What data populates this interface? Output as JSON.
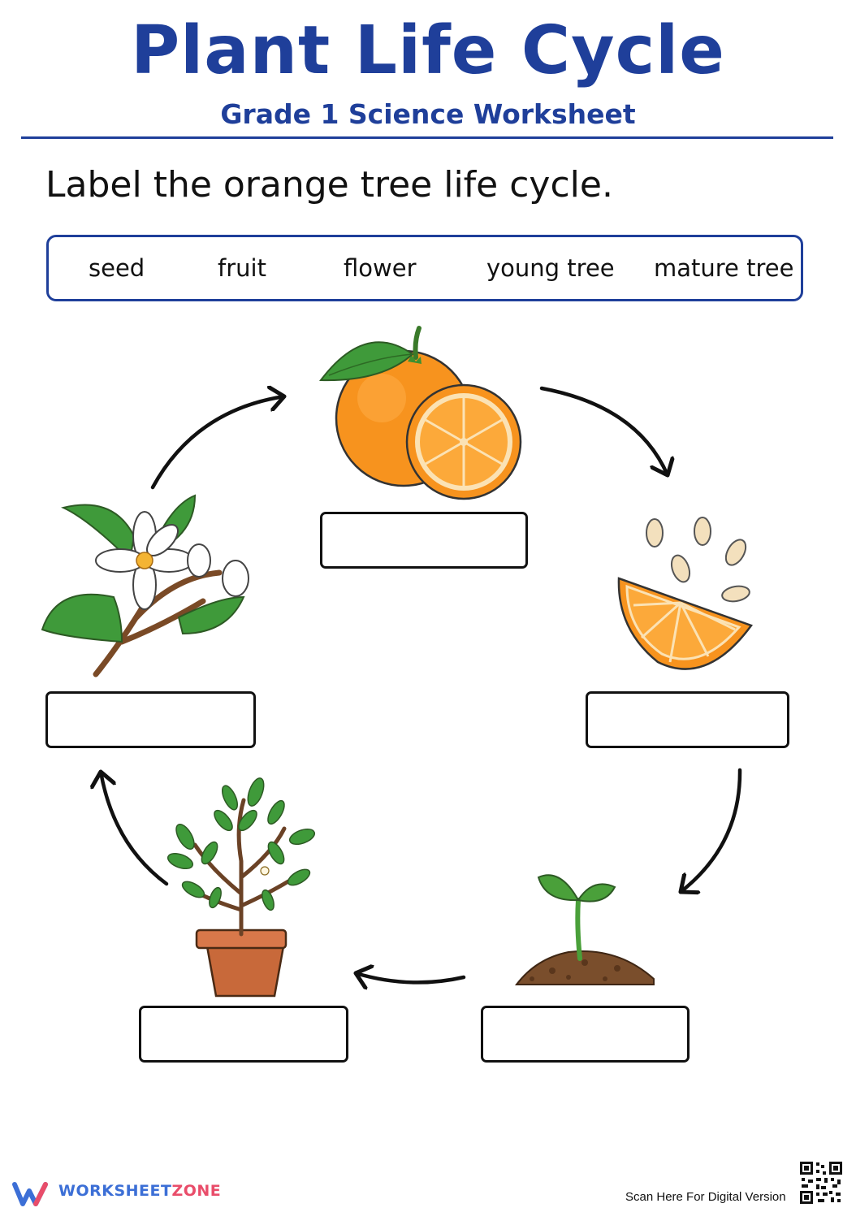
{
  "header": {
    "title": "Plant Life Cycle",
    "subtitle": "Grade 1 Science Worksheet"
  },
  "instruction": "Label the orange tree life cycle.",
  "word_bank": [
    "seed",
    "fruit",
    "flower",
    "young tree",
    "mature tree"
  ],
  "stages": [
    {
      "illustration": "orange-fruit-illustration",
      "answer": ""
    },
    {
      "illustration": "orange-seeds-illustration",
      "answer": ""
    },
    {
      "illustration": "seedling-illustration",
      "answer": ""
    },
    {
      "illustration": "potted-tree-illustration",
      "answer": ""
    },
    {
      "illustration": "orange-blossom-illustration",
      "answer": ""
    }
  ],
  "footer": {
    "brand_a": "WORKSHEET",
    "brand_b": "ZONE",
    "scan_text": "Scan Here For Digital Version"
  },
  "colors": {
    "title": "#1f3f9a",
    "orange": "#f7931e",
    "leaf": "#3f9a3a",
    "brand_blue": "#3c6fd6",
    "brand_pink": "#e94d6a"
  }
}
